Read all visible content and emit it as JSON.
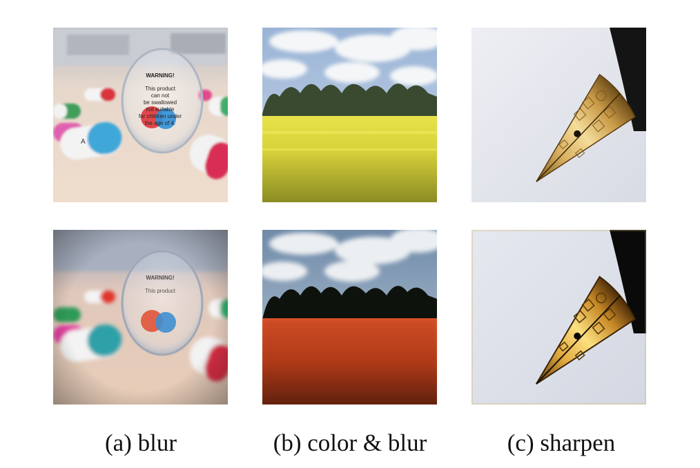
{
  "captions": {
    "a": "(a) blur",
    "b": "(b) color & blur",
    "c": "(c) sharpen"
  },
  "pill_label": {
    "title": "WARNING!",
    "line1": "This product",
    "line2": "can not",
    "line3": "be swallowed",
    "line4": "not suitable",
    "line5": "for children under",
    "line6": "the age of 4."
  },
  "capsule_letter": "A"
}
